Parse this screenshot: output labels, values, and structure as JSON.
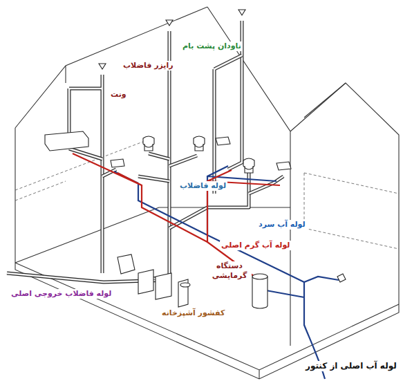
{
  "diagram": {
    "labels": [
      "ناودان پشت بام",
      "رایزر فاضلاب",
      "ونت",
      "لوله فاضلاب",
      "لوله آب سرد",
      "لوله آب گرم اصلی",
      "دستگاه گرمایشی",
      "لوله فاضلاب خروجی اصلی",
      "کفشور آشپزخانه",
      "لوله آب اصلی از کنتور"
    ]
  }
}
